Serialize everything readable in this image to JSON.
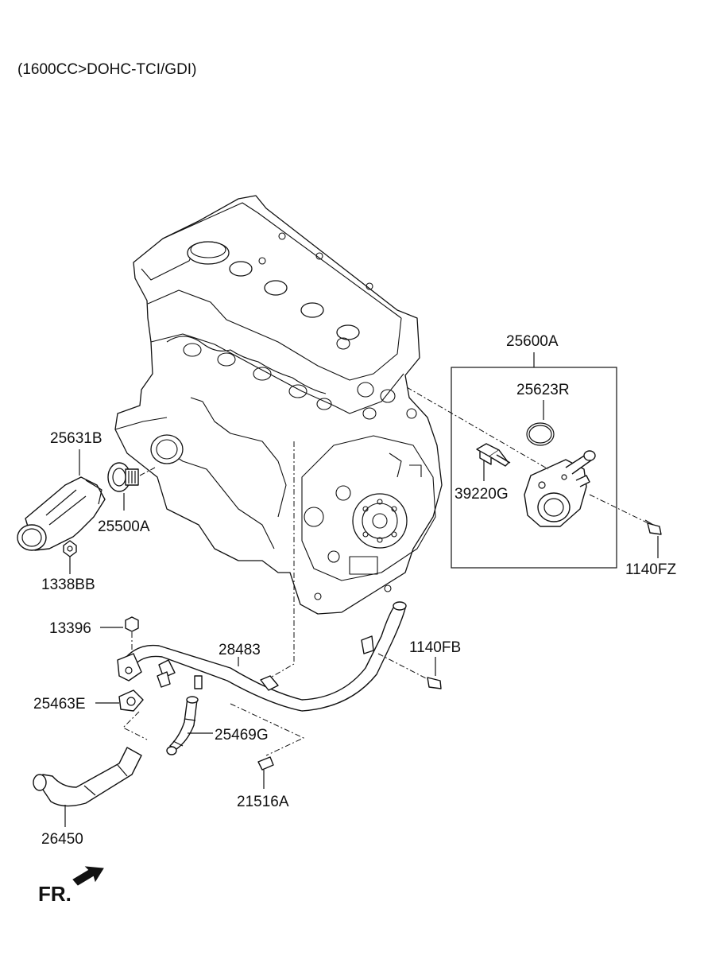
{
  "header": {
    "title": "(1600CC>DOHC-TCI/GDI)"
  },
  "labels": {
    "p25600A": "25600A",
    "p25623R": "25623R",
    "p39220G": "39220G",
    "p1140FZ": "1140FZ",
    "p25631B": "25631B",
    "p25500A": "25500A",
    "p1338BB": "1338BB",
    "p13396": "13396",
    "p28483": "28483",
    "p1140FB": "1140FB",
    "p25463E": "25463E",
    "p25469G": "25469G",
    "p21516A": "21516A",
    "p26450": "26450"
  },
  "direction": {
    "label": "FR."
  }
}
